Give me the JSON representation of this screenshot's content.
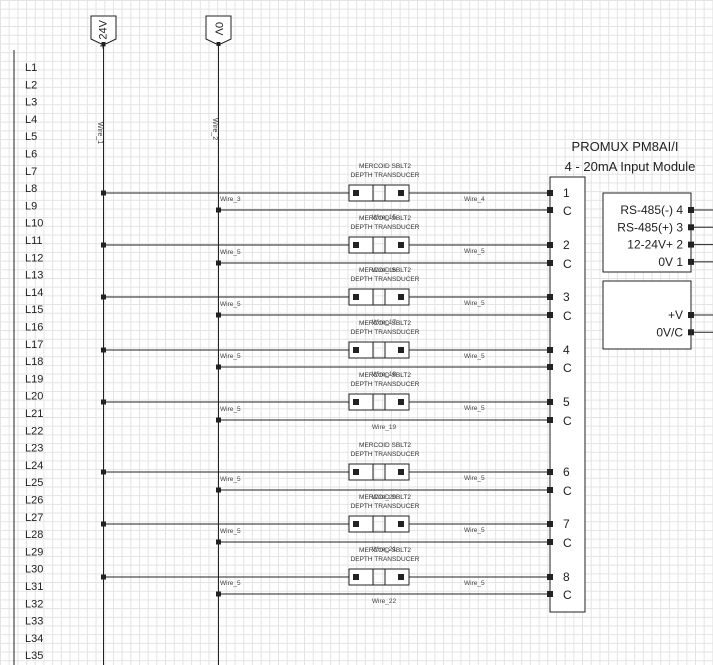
{
  "rails": {
    "plus": {
      "label": "+ 24V",
      "wire": "Wire_1"
    },
    "zero": {
      "label": "0V",
      "wire": "Wire_2"
    }
  },
  "rungs": [
    "L1",
    "L2",
    "L3",
    "L4",
    "L5",
    "L6",
    "L7",
    "L8",
    "L9",
    "L10",
    "L11",
    "L12",
    "L13",
    "L14",
    "L15",
    "L16",
    "L17",
    "L18",
    "L19",
    "L20",
    "L21",
    "L22",
    "L23",
    "L24",
    "L25",
    "L26",
    "L27",
    "L28",
    "L29",
    "L30",
    "L31",
    "L32",
    "L33",
    "L34",
    "L35"
  ],
  "module": {
    "title": "PROMUX PM8AI/I",
    "subtitle": "4 - 20mA Input Module",
    "channels": [
      {
        "num": "1",
        "common": "C"
      },
      {
        "num": "2",
        "common": "C"
      },
      {
        "num": "3",
        "common": "C"
      },
      {
        "num": "4",
        "common": "C"
      },
      {
        "num": "5",
        "common": "C"
      },
      {
        "num": "6",
        "common": "C"
      },
      {
        "num": "7",
        "common": "C"
      },
      {
        "num": "8",
        "common": "C"
      }
    ],
    "comm_terminals": [
      "RS-485(-) 4",
      "RS-485(+) 3",
      "12-24V+ 2",
      "0V 1"
    ],
    "power_terminals": [
      "+V",
      "0V/C"
    ]
  },
  "transducers": [
    {
      "line1": "MERCOID SBLT2",
      "line2": "DEPTH TRANSDUCER",
      "wire_top_left": "",
      "wire_top_right": "Wire_4",
      "wire_bottom_left": "Wire_3",
      "wire_bottom_mid": "Wire_15"
    },
    {
      "line1": "MERCOID SBLT2",
      "line2": "DEPTH TRANSDUCER",
      "wire_top_left": "",
      "wire_top_right": "Wire_5",
      "wire_bottom_left": "Wire_5",
      "wire_bottom_mid": "Wire_16"
    },
    {
      "line1": "MERCOID SBLT2",
      "line2": "DEPTH TRANSDUCER",
      "wire_top_left": "",
      "wire_top_right": "Wire_5",
      "wire_bottom_left": "Wire_5",
      "wire_bottom_mid": "Wire_17"
    },
    {
      "line1": "MERCOID SBLT2",
      "line2": "DEPTH TRANSDUCER",
      "wire_top_left": "",
      "wire_top_right": "Wire_5",
      "wire_bottom_left": "Wire_5",
      "wire_bottom_mid": "Wire_18"
    },
    {
      "line1": "MERCOID SBLT2",
      "line2": "DEPTH TRANSDUCER",
      "wire_top_left": "",
      "wire_top_right": "Wire_5",
      "wire_bottom_left": "Wire_5",
      "wire_bottom_mid": "Wire_19"
    },
    {
      "line1": "MERCOID SBLT2",
      "line2": "DEPTH TRANSDUCER",
      "wire_top_left": "",
      "wire_top_right": "Wire_5",
      "wire_bottom_left": "Wire_5",
      "wire_bottom_mid": "Wire_20"
    },
    {
      "line1": "MERCOID SBLT2",
      "line2": "DEPTH TRANSDUCER",
      "wire_top_left": "",
      "wire_top_right": "Wire_5",
      "wire_bottom_left": "Wire_5",
      "wire_bottom_mid": "Wire_21"
    },
    {
      "line1": "MERCOID SBLT2",
      "line2": "DEPTH TRANSDUCER",
      "wire_top_left": "",
      "wire_top_right": "Wire_5",
      "wire_bottom_left": "Wire_5",
      "wire_bottom_mid": "Wire_22"
    }
  ],
  "colors": {
    "wire": "#1a1a1a",
    "grid": "#e3e3e3",
    "text": "#222222"
  }
}
